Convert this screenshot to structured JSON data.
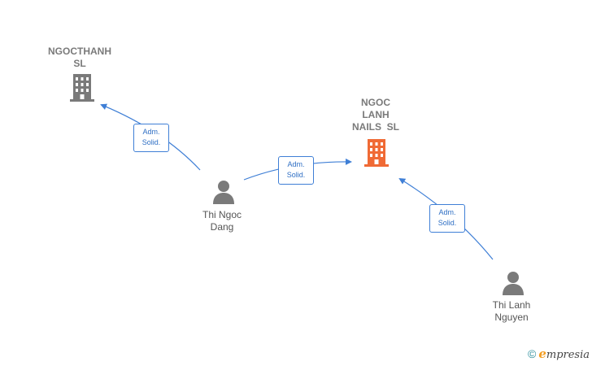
{
  "companies": [
    {
      "name_lines": [
        "NGOCTHANH",
        "SL"
      ],
      "color": "#7a7a7a",
      "icon": "building-icon"
    },
    {
      "name_lines": [
        "NGOC",
        "LANH",
        "NAILS  SL"
      ],
      "color": "#f06a35",
      "icon": "building-icon"
    }
  ],
  "persons": [
    {
      "name_lines": [
        "Thi Ngoc",
        "Dang"
      ],
      "icon": "person-icon"
    },
    {
      "name_lines": [
        "Thi Lanh",
        "Nguyen"
      ],
      "icon": "person-icon"
    }
  ],
  "relations": [
    {
      "from": "Thi Ngoc Dang",
      "to": "NGOCTHANH SL",
      "label_lines": [
        "Adm.",
        "Solid."
      ]
    },
    {
      "from": "Thi Ngoc Dang",
      "to": "NGOC LANH NAILS SL",
      "label_lines": [
        "Adm.",
        "Solid."
      ]
    },
    {
      "from": "Thi Lanh Nguyen",
      "to": "NGOC LANH NAILS SL",
      "label_lines": [
        "Adm.",
        "Solid."
      ]
    }
  ],
  "colors": {
    "edge": "#3f7fd6",
    "person": "#7a7a7a"
  },
  "brand": {
    "copyright_symbol": "©",
    "name_initial": "e",
    "name_rest": "mpresia"
  }
}
